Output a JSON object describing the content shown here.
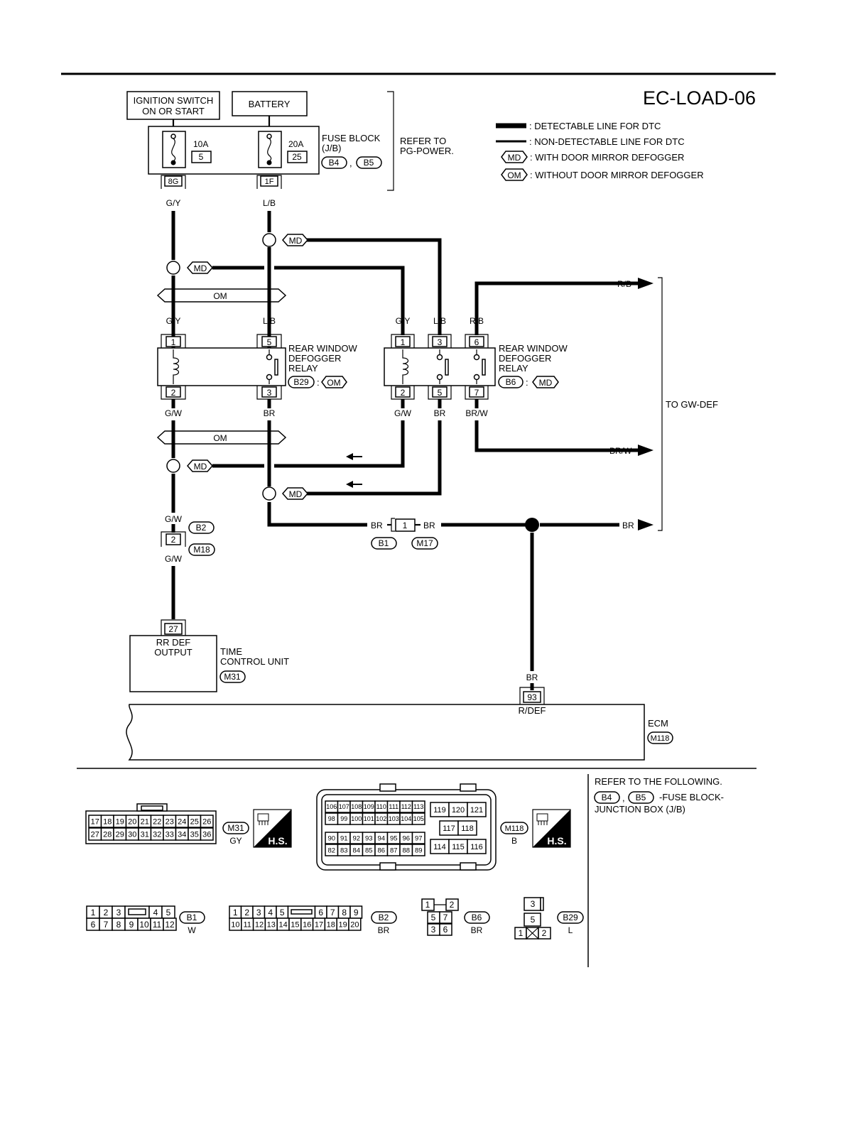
{
  "title": "EC-LOAD-06",
  "legend": {
    "detectable": ": DETECTABLE LINE FOR DTC",
    "non_detectable": ": NON-DETECTABLE LINE FOR DTC",
    "md_tag": "MD",
    "md_text": ": WITH DOOR MIRROR DEFOGGER",
    "om_tag": "OM",
    "om_text": ": WITHOUT DOOR MIRROR DEFOGGER"
  },
  "power": {
    "ignition_line1": "IGNITION SWITCH",
    "ignition_line2": "ON OR START",
    "battery": "BATTERY",
    "fuse1_amp": "10A",
    "fuse1_num": "5",
    "fuse2_amp": "20A",
    "fuse2_num": "25",
    "fuse_block_line1": "FUSE BLOCK",
    "fuse_block_line2": "(J/B)",
    "fb_conn1": "B4",
    "fb_conn2": "B5",
    "comma": ",",
    "refer_line1": "REFER TO",
    "refer_line2": "PG-POWER.",
    "term_8g": "8G",
    "term_1f": "1F"
  },
  "wires": {
    "gy": "G/Y",
    "lb": "L/B",
    "rb": "R/B",
    "gw": "G/W",
    "br": "BR",
    "brw": "BR/W"
  },
  "om_bar": "OM",
  "md": "MD",
  "om": "OM",
  "relay_a": {
    "t1": "1",
    "t5": "5",
    "t2": "2",
    "t3": "3",
    "line1": "REAR WINDOW",
    "line2": "DEFOGGER",
    "line3": "RELAY",
    "conn": "B29",
    "colon": ":",
    "tag": "OM"
  },
  "relay_b": {
    "t1": "1",
    "t3": "3",
    "t6": "6",
    "t2": "2",
    "t5": "5",
    "t7": "7",
    "line1": "REAR WINDOW",
    "line2": "DEFOGGER",
    "line3": "RELAY",
    "conn": "B6",
    "colon": ":",
    "tag": "MD"
  },
  "to_gw_def": "TO GW-DEF",
  "joint": {
    "b2": "B2",
    "m18": "M18",
    "pin": "2"
  },
  "br_joint": {
    "pin": "1",
    "b1": "B1",
    "m17": "M17"
  },
  "tcu": {
    "pin": "27",
    "inner1": "RR DEF",
    "inner2": "OUTPUT",
    "label1": "TIME",
    "label2": "CONTROL UNIT",
    "conn": "M31"
  },
  "ecm": {
    "pin": "93",
    "inner": "R/DEF",
    "label": "ECM",
    "conn": "M118"
  },
  "connectors": {
    "m31": {
      "id": "M31",
      "color": "GY",
      "row1": [
        "17",
        "18",
        "19",
        "20",
        "21",
        "22",
        "23",
        "24",
        "25",
        "26"
      ],
      "row2": [
        "27",
        "28",
        "29",
        "30",
        "31",
        "32",
        "33",
        "34",
        "35",
        "36"
      ]
    },
    "m118": {
      "id": "M118",
      "color": "B",
      "r1": [
        "106",
        "107",
        "108",
        "109",
        "110",
        "111",
        "112",
        "113"
      ],
      "r2": [
        "98",
        "99",
        "100",
        "101",
        "102",
        "103",
        "104",
        "105"
      ],
      "r3": [
        "90",
        "91",
        "92",
        "93",
        "94",
        "95",
        "96",
        "97"
      ],
      "r4": [
        "82",
        "83",
        "84",
        "85",
        "86",
        "87",
        "88",
        "89"
      ],
      "right_top": [
        "119",
        "120",
        "121"
      ],
      "right_mid": [
        "117",
        "118"
      ],
      "right_bot": [
        "114",
        "115",
        "116"
      ]
    },
    "b1": {
      "id": "B1",
      "color": "W",
      "row1": [
        "1",
        "2",
        "3",
        "4",
        "5"
      ],
      "row2": [
        "6",
        "7",
        "8",
        "9",
        "10",
        "11",
        "12"
      ]
    },
    "b2": {
      "id": "B2",
      "color": "BR",
      "row1": [
        "1",
        "2",
        "3",
        "4",
        "5",
        "6",
        "7",
        "8",
        "9"
      ],
      "row2": [
        "10",
        "11",
        "12",
        "13",
        "14",
        "15",
        "16",
        "17",
        "18",
        "19",
        "20"
      ]
    },
    "b6": {
      "id": "B6",
      "color": "BR",
      "pins": [
        "1",
        "2",
        "5",
        "7",
        "3",
        "6"
      ]
    },
    "b29": {
      "id": "B29",
      "color": "L",
      "pins": [
        "3",
        "5",
        "1",
        "2"
      ]
    },
    "hs": "H.S."
  },
  "refer_following": {
    "line1": "REFER TO THE FOLLOWING.",
    "conn1": "B4",
    "comma": ",",
    "conn2": "B5",
    "text": "-FUSE BLOCK-",
    "line3": "JUNCTION BOX (J/B)"
  }
}
